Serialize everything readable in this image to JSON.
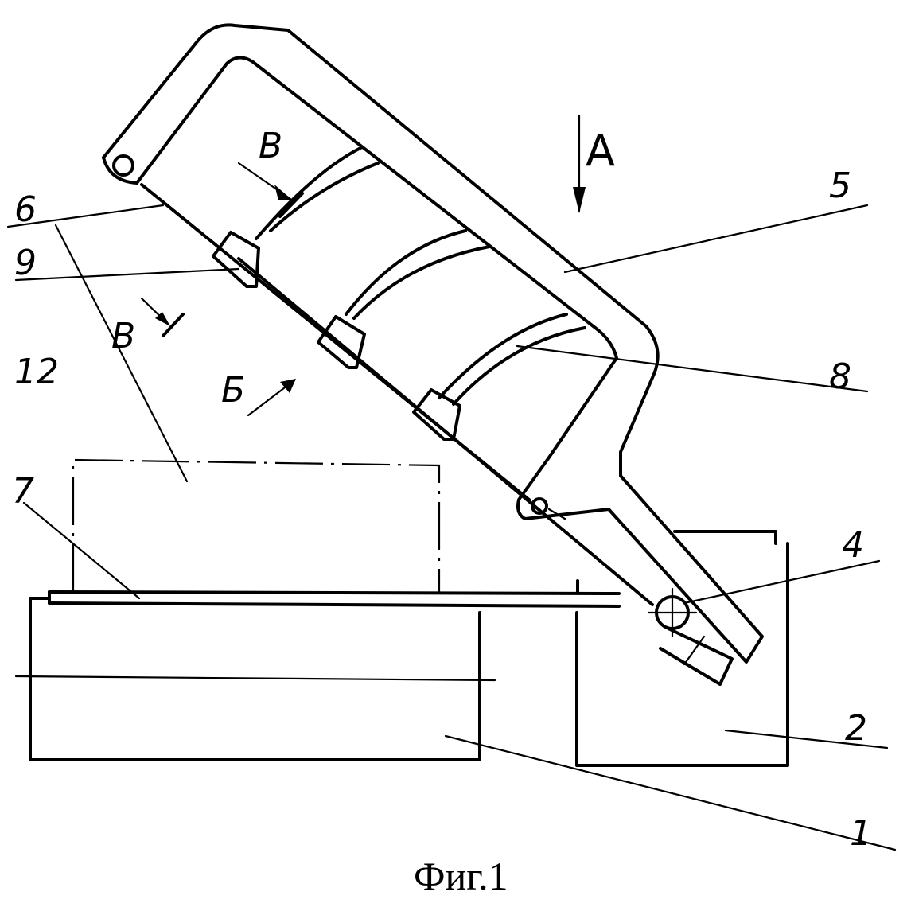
{
  "figure": {
    "caption": "Фиг.1",
    "labels": {
      "l1": "1",
      "l2": "2",
      "l4": "4",
      "l5": "5",
      "l6": "6",
      "l7": "7",
      "l8": "8",
      "l9": "9",
      "l12": "12",
      "view_a": "А",
      "view_b": "Б",
      "section_v_top": "В",
      "section_v_bottom": "В"
    }
  }
}
